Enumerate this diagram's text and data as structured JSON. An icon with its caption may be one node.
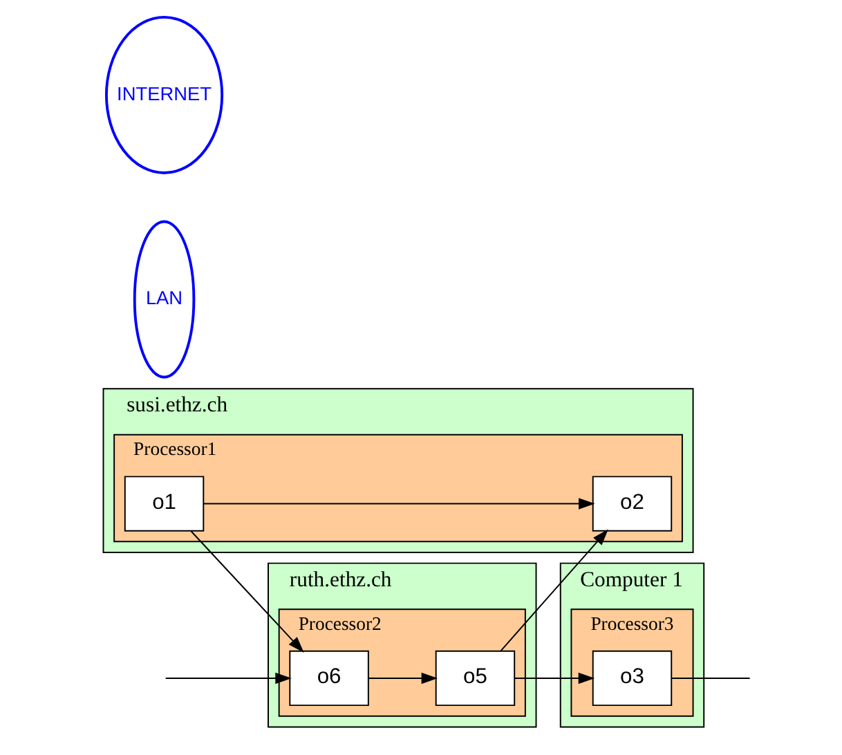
{
  "diagram": {
    "nodes": [
      {
        "text": [
          "susi.ethz.ch"
        ]
      },
      {
        "text": [
          "Processor1"
        ],
        "in": 0
      },
      {
        "text": [
          "o1"
        ],
        "in": 1
      },
      {
        "text": [
          "o2"
        ],
        "in": 1
      },
      {
        "text": [
          "LAN"
        ]
      },
      {
        "text": [
          "ruth.ethz.ch"
        ]
      },
      {
        "text": [
          "Processor2"
        ],
        "in": 5
      },
      {
        "text": [
          "o6"
        ],
        "in": 6
      },
      {
        "text": [
          "o5"
        ],
        "in": 6
      },
      {
        "text": [
          "Computer 1"
        ]
      },
      {
        "text": [
          "Processor3"
        ],
        "in": 9
      },
      {
        "text": [
          "o3"
        ],
        "in": 10
      },
      {
        "text": [
          "INTERNET"
        ]
      }
    ],
    "edges": [
      {
        "from": 2,
        "to": 7,
        "arrow": "to"
      },
      {
        "from": 2,
        "to": 3,
        "arrow": "to"
      },
      {
        "from": 7,
        "to": 8,
        "arrow": "to"
      },
      {
        "from": 8,
        "to": 3,
        "arrow": "to"
      },
      {
        "from": null,
        "to": 7,
        "arrow": "to"
      },
      {
        "from": 8,
        "to": 11,
        "arrow": "to"
      },
      {
        "from": 11,
        "to": null,
        "arrow": "none"
      }
    ]
  }
}
